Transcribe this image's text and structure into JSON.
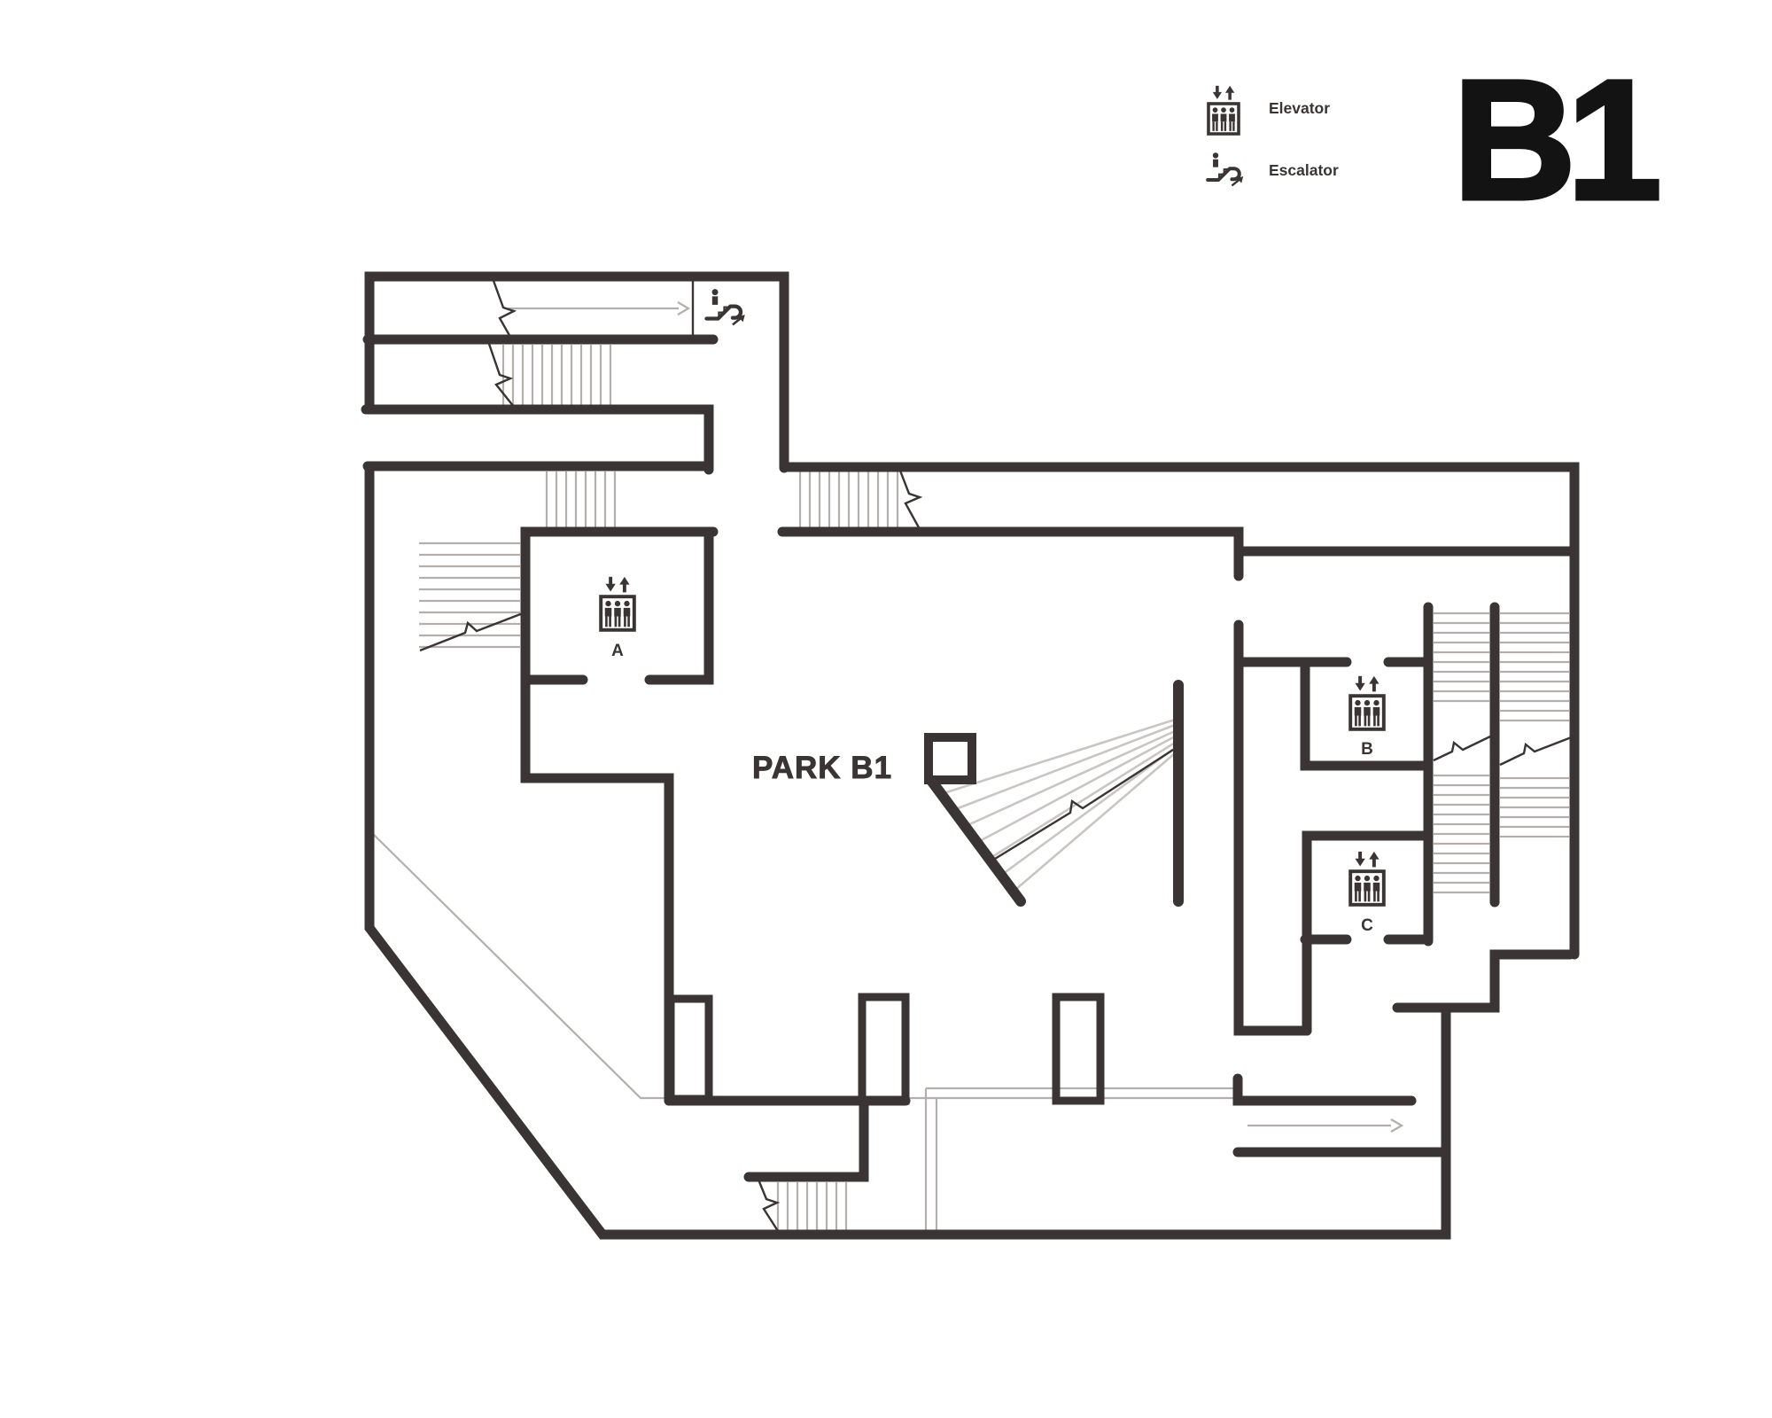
{
  "page": {
    "background": "#ffffff"
  },
  "header": {
    "floor_title": "B1",
    "legend": [
      {
        "icon": "elevator-icon",
        "label": "Elevator"
      },
      {
        "icon": "escalator-icon",
        "label": "Escalator"
      }
    ]
  },
  "plan": {
    "area_label": "PARK B1",
    "elevator_labels": {
      "a": "A",
      "b": "B",
      "c": "C"
    },
    "colors": {
      "wall": "#3a3434",
      "stair": "#b3afad",
      "ramp": "#c9c5c3",
      "guide": "#b3afad",
      "icon": "#3a3434",
      "label": "#3a3434",
      "title": "#131313"
    }
  }
}
